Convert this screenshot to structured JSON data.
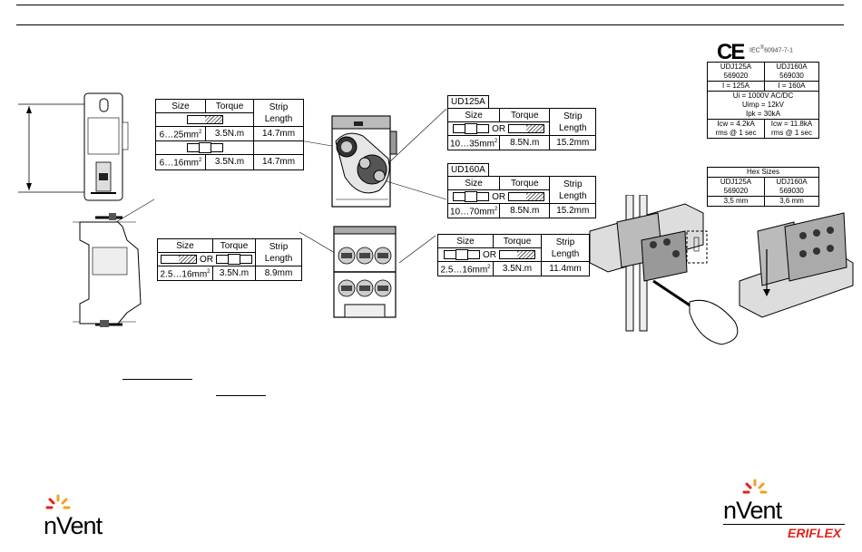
{
  "tables": {
    "t1": {
      "headers": [
        "Size",
        "Torque",
        "Strip",
        "Length"
      ],
      "rows": [
        {
          "size": "6…25mm",
          "sup": "2",
          "torque": "3.5N.m",
          "strip": "14.7mm"
        },
        {
          "size": "6…16mm",
          "sup": "2",
          "torque": "3.5N.m",
          "strip": "14.7mm"
        }
      ]
    },
    "t2": {
      "title": "UD125A",
      "headers": [
        "Size",
        "Torque",
        "Strip",
        "Length"
      ],
      "or": "OR",
      "row": {
        "size": "10…35mm",
        "sup": "2",
        "torque": "8.5N.m",
        "strip": "15.2mm"
      }
    },
    "t3": {
      "title": "UD160A",
      "headers": [
        "Size",
        "Torque",
        "Strip",
        "Length"
      ],
      "or": "OR",
      "row": {
        "size": "10…70mm",
        "sup": "2",
        "torque": "8.5N.m",
        "strip": "15.2mm"
      }
    },
    "t4": {
      "headers": [
        "Size",
        "Torque",
        "Strip",
        "Length"
      ],
      "or": "OR",
      "row": {
        "size": "2.5…16mm",
        "sup": "2",
        "torque": "3.5N.m",
        "strip": "8.9mm"
      }
    },
    "t5": {
      "headers": [
        "Size",
        "Torque",
        "Strip",
        "Length"
      ],
      "or": "OR",
      "row": {
        "size": "2.5…16mm",
        "sup": "2",
        "torque": "3.5N.m",
        "strip": "11.4mm"
      }
    }
  },
  "cert": {
    "ce": "CE",
    "iec": "IEC",
    "iec_sup": "®",
    "iec_num": "60947-7-1",
    "col1": [
      "UDJ125A",
      "569020"
    ],
    "col2": [
      "UDJ160A",
      "569030"
    ],
    "current1": "I = 125A",
    "current2": "I = 160A",
    "ui": "Ui = 1000V AC/DC",
    "uimp": "Uimp = 12kV",
    "ipk": "Ipk = 30kA",
    "icw1": [
      "Icw = 4.2kA",
      "rms @ 1 sec"
    ],
    "icw2": [
      "Icw = 11.8kA",
      "rms @ 1 sec"
    ]
  },
  "hex": {
    "title": "Hex Sizes",
    "col1": [
      "UDJ125A",
      "569020",
      "3,5 mm"
    ],
    "col2": [
      "UDJ160A",
      "569030",
      "3,6 mm"
    ]
  },
  "brand": {
    "logo": "nVent",
    "sub": "ERIFLEX"
  },
  "colors": {
    "accent_orange": "#f2a11e",
    "accent_red": "#e2231a"
  }
}
